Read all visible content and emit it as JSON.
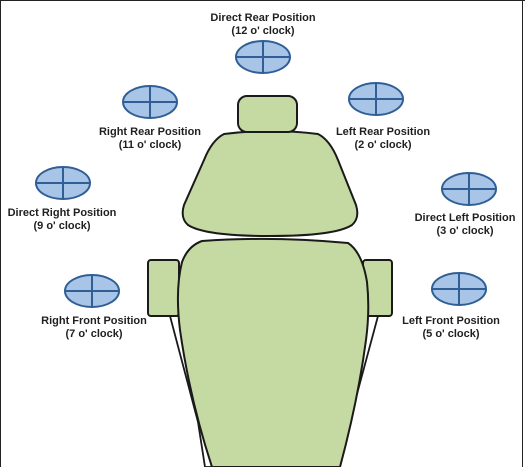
{
  "colors": {
    "chair_fill": "#c5d9a3",
    "marker_fill": "#a8c4e6",
    "marker_line": "#2f5f95",
    "outline": "#1a1a1a"
  },
  "positions": [
    {
      "id": "direct-rear",
      "title": "Direct Rear Position",
      "clock": "(12 o' clock)"
    },
    {
      "id": "right-rear",
      "title": "Right Rear Position",
      "clock": "(11 o' clock)"
    },
    {
      "id": "left-rear",
      "title": "Left Rear Position",
      "clock": "(2 o' clock)"
    },
    {
      "id": "direct-right",
      "title": "Direct Right Position",
      "clock": "(9 o' clock)"
    },
    {
      "id": "direct-left",
      "title": "Direct Left Position",
      "clock": "(3 o' clock)"
    },
    {
      "id": "right-front",
      "title": "Right Front Position",
      "clock": "(7 o' clock)"
    },
    {
      "id": "left-front",
      "title": "Left Front Position",
      "clock": "(5 o' clock)"
    }
  ],
  "chair": {
    "parts": [
      "headrest",
      "backrest",
      "seat",
      "left-armrest",
      "right-armrest",
      "left-base",
      "right-base"
    ]
  }
}
